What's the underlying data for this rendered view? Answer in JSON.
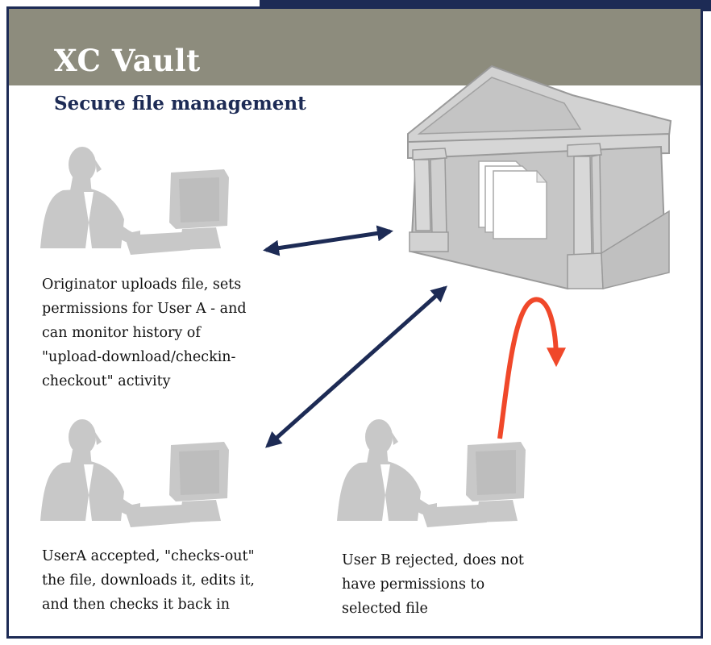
{
  "header": {
    "title": "XC Vault",
    "subtitle": "Secure file management"
  },
  "captions": {
    "originator": "Originator uploads file, sets\npermissions for User A - and\ncan monitor history of\n\"upload-download/checkin-\ncheckout\" activity",
    "user_a": "UserA accepted, \"checks-out\"\nthe file, downloads it, edits it,\nand then checks it back in",
    "user_b": "User B rejected, does not\nhave permissions to\nselected file"
  },
  "icons": [
    "vault-building-icon",
    "file-stack-icon",
    "user-at-computer-icon"
  ],
  "colors": {
    "frame": "#1d2b55",
    "header_band": "#8d8c7d",
    "subtitle": "#1d2b55",
    "access_arrow": "#1d2b55",
    "rejected_arrow": "#f0482a",
    "silhouette": "#c8c8c8"
  }
}
